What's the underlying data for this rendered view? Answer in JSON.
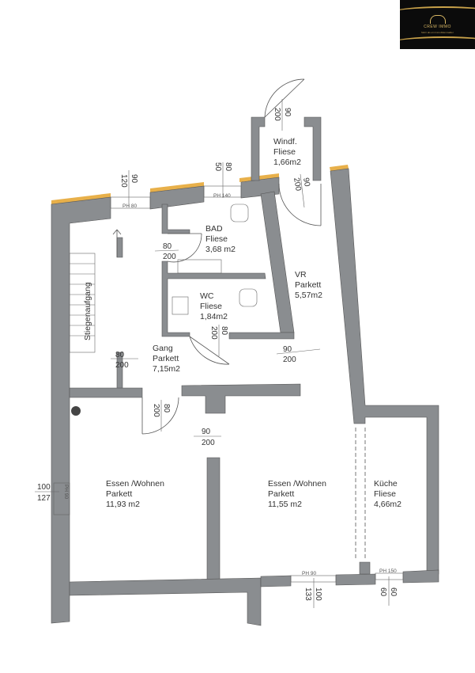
{
  "logo": {
    "name": "CREW IMMO",
    "tagline": "Mehr als ein Immobilienmakler"
  },
  "rooms": {
    "windfang": {
      "name": "Windf.",
      "floor": "Fliese",
      "area": "1,66m2"
    },
    "bad": {
      "name": "BAD",
      "floor": "Fliese",
      "area": "3,68 m2"
    },
    "wc": {
      "name": "WC",
      "floor": "Fliese",
      "area": "1,84m2"
    },
    "vr": {
      "name": "VR",
      "floor": "Parkett",
      "area": "5,57m2"
    },
    "gang": {
      "name": "Gang",
      "floor": "Parkett",
      "area": "7,15m2"
    },
    "essen1": {
      "name": "Essen /Wohnen",
      "floor": "Parkett",
      "area": "11,93 m2"
    },
    "essen2": {
      "name": "Essen /Wohnen",
      "floor": "Parkett",
      "area": "11,55 m2"
    },
    "kueche": {
      "name": "Küche",
      "floor": "Fliese",
      "area": "4,66m2"
    }
  },
  "stairs": {
    "label": "Stiegenaufgang"
  },
  "dimensions": {
    "win_top1": {
      "w": "90",
      "h": "120",
      "ph": "PH 80"
    },
    "win_top2": {
      "w": "80",
      "h": "50",
      "ph": "PH 140"
    },
    "door_windf_out": {
      "w": "90",
      "h": "200"
    },
    "door_windf_in": {
      "w": "90",
      "h": "200"
    },
    "door_bad": {
      "w": "80",
      "h": "200"
    },
    "door_wc": {
      "w": "80",
      "h": "200"
    },
    "door_vr": {
      "w": "90",
      "h": "200"
    },
    "door_gang_left": {
      "w": "80",
      "h": "200"
    },
    "door_gang_low": {
      "w": "80",
      "h": "200"
    },
    "door_essen": {
      "w": "90",
      "h": "200"
    },
    "win_left": {
      "w": "100",
      "h": "127",
      "ph": "PH 90"
    },
    "win_bottom1": {
      "w": "100",
      "h": "133",
      "ph": "PH 90"
    },
    "win_bottom2": {
      "w": "60",
      "h": "60",
      "ph": "PH 150"
    }
  }
}
